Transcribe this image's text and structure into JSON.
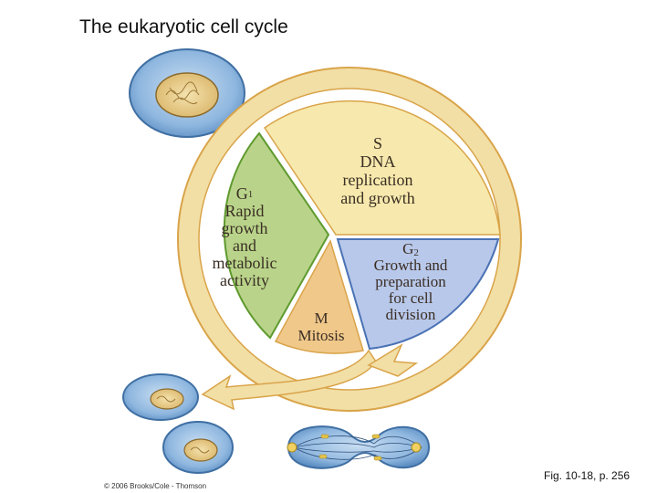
{
  "title": "The eukaryotic cell cycle",
  "caption": "Fig. 10-18, p. 256",
  "copyright": "© 2006 Brooks/Cole - Thomson",
  "phases": {
    "s": {
      "line1": "S",
      "line2": "DNA",
      "line3": "replication",
      "line4": "and growth"
    },
    "g1": {
      "letter": "G",
      "subscript": "1",
      "line2": "Rapid",
      "line3": "growth",
      "line4": "and",
      "line5": "metabolic",
      "line6": "activity"
    },
    "g2": {
      "letter": "G",
      "subscript": "2",
      "line2": "Growth and",
      "line3": "preparation",
      "line4": "for cell",
      "line5": "division"
    },
    "m": {
      "line1": "M",
      "line2": "Mitosis"
    }
  },
  "colors": {
    "ring": "#f2dfa6",
    "ring_outline": "#d9a44a",
    "s_phase": "#f7e9ad",
    "g1_phase": "#b9d48a",
    "g2_phase": "#b8c8ea",
    "m_phase": "#f0c88a",
    "cell": "#8fb7df",
    "cell_outline": "#3f6fa3",
    "nucleus": "#e8cc88"
  }
}
